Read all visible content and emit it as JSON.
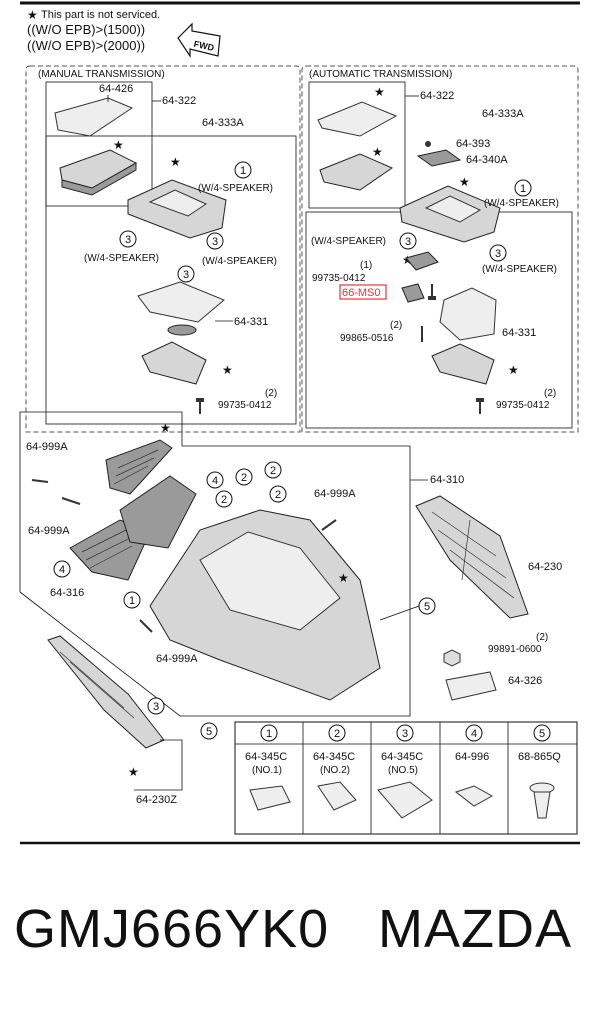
{
  "header": {
    "legend": "This part is not serviced.",
    "epb_1500": "((W/O EPB)>(1500))",
    "epb_2000": "((W/O EPB)>(2000))",
    "fwd": "FWD"
  },
  "sections": {
    "manual": "(MANUAL TRANSMISSION)",
    "automatic": "(AUTOMATIC TRANSMISSION)"
  },
  "labels": {
    "p64_426": "64-426",
    "p64_322_m": "64-322",
    "p64_333A_m": "64-333A",
    "w4_speaker_1": "(W/4-SPEAKER)",
    "w4_speaker_2": "(W/4-SPEAKER)",
    "w4_speaker_3": "(W/4-SPEAKER)",
    "p64_331_m": "64-331",
    "qty2_m": "(2)",
    "p99735_0412_m": "99735-0412",
    "p64_322_a": "64-322",
    "p64_333A_a": "64-333A",
    "p64_393": "64-393",
    "p64_340A": "64-340A",
    "w4_speaker_4": "(W/4-SPEAKER)",
    "w4_speaker_5": "(W/4-SPEAKER)",
    "w4_speaker_6": "(W/4-SPEAKER)",
    "qty1_a": "(1)",
    "p99735_0412_a1": "99735-0412",
    "p66_MS0": "66-MS0",
    "qty2_a1": "(2)",
    "p99865_0516": "99865-0516",
    "p64_331_a": "64-331",
    "qty2_a2": "(2)",
    "p99735_0412_a2": "99735-0412",
    "p64_999A_1": "64-999A",
    "p64_999A_2": "64-999A",
    "p64_999A_3": "64-999A",
    "p64_999A_4": "64-999A",
    "p64_310": "64-310",
    "p64_316": "64-316",
    "p64_230": "64-230",
    "qty2_b": "(2)",
    "p99891_0600": "99891-0600",
    "p64_326": "64-326",
    "p64_230Z": "64-230Z"
  },
  "callouts": [
    "1",
    "2",
    "3",
    "4",
    "5"
  ],
  "clip_table": {
    "columns": [
      {
        "num": "1",
        "part": "64-345C",
        "note": "(NO.1)"
      },
      {
        "num": "2",
        "part": "64-345C",
        "note": "(NO.2)"
      },
      {
        "num": "3",
        "part": "64-345C",
        "note": "(NO.5)"
      },
      {
        "num": "4",
        "part": "64-996",
        "note": ""
      },
      {
        "num": "5",
        "part": "68-865Q",
        "note": ""
      }
    ]
  },
  "caption": {
    "part_number": "GMJ666YK0",
    "make": "MAZDA"
  },
  "colors": {
    "highlight": "#e8323c",
    "ink": "#111111"
  }
}
